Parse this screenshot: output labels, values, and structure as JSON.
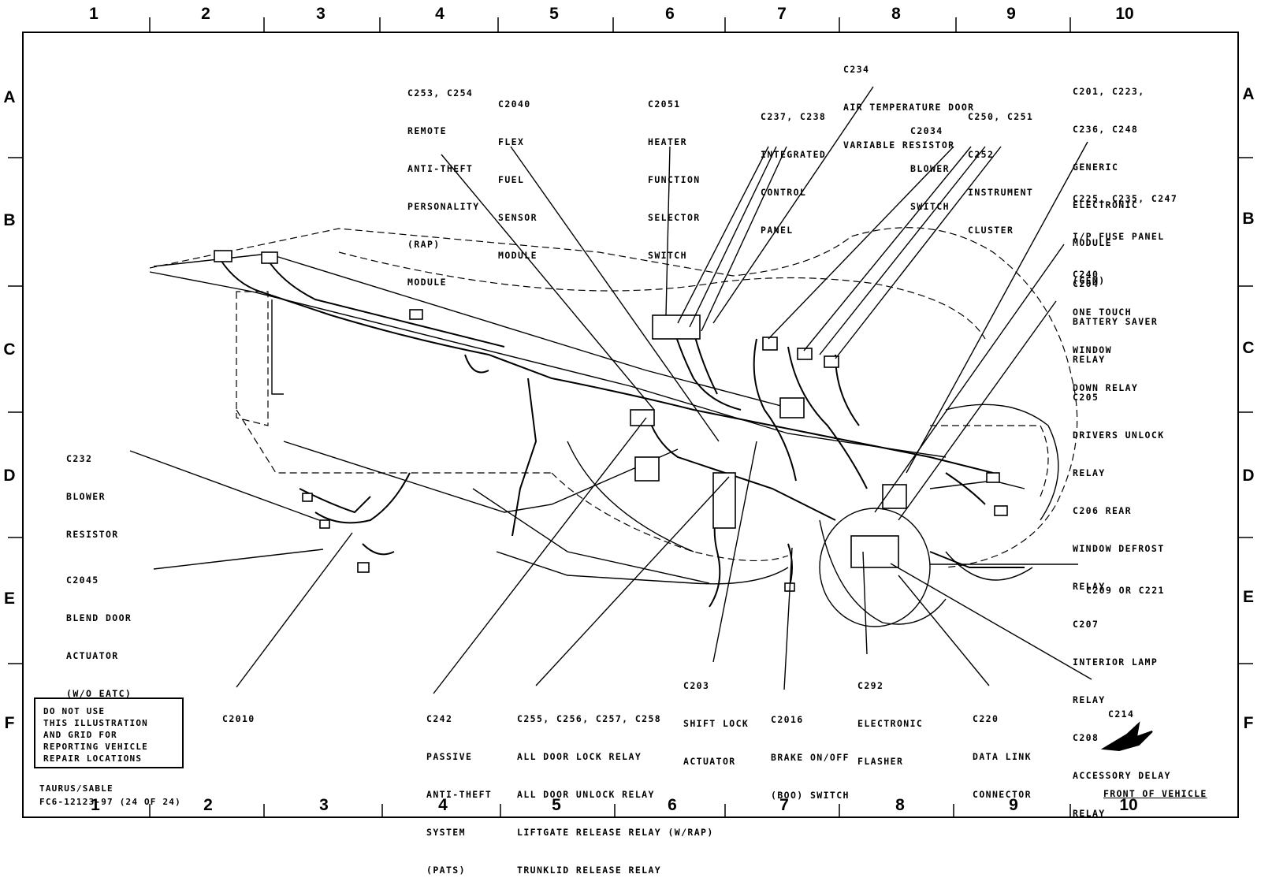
{
  "grid": {
    "columns": [
      "1",
      "2",
      "3",
      "4",
      "5",
      "6",
      "7",
      "8",
      "9",
      "10"
    ],
    "rows": [
      "A",
      "B",
      "C",
      "D",
      "E",
      "F"
    ]
  },
  "callouts": {
    "c253": [
      "C253, C254",
      "REMOTE",
      "ANTI-THEFT",
      "PERSONALITY",
      "(RAP)",
      "MODULE"
    ],
    "c2040": [
      "C2040",
      "FLEX",
      "FUEL",
      "SENSOR",
      "MODULE"
    ],
    "c2051": [
      "C2051",
      "HEATER",
      "FUNCTION",
      "SELECTOR",
      "SWITCH"
    ],
    "c234": [
      "C234",
      "AIR TEMPERATURE DOOR",
      "VARIABLE RESISTOR"
    ],
    "c237": [
      "C237, C238",
      "INTEGRATED",
      "CONTROL",
      "PANEL"
    ],
    "c2034": [
      "C2034",
      "BLOWER",
      "SWITCH"
    ],
    "c250": [
      "C250, C251",
      "C252",
      "INSTRUMENT",
      "CLUSTER"
    ],
    "c201": [
      "C201, C223,",
      "C236, C248",
      "GENERIC",
      "ELECTRONIC",
      "MODULE",
      "(GEM)"
    ],
    "c225": [
      "C225, C235, C247",
      "I/P FUSE PANEL",
      "C240",
      "ONE TOUCH",
      "WINDOW",
      "DOWN RELAY"
    ],
    "c204": [
      "C204",
      "BATTERY SAVER",
      "RELAY",
      "C205",
      "DRIVERS UNLOCK",
      "RELAY",
      "C206 REAR",
      "WINDOW DEFROST",
      "RELAY",
      "C207",
      "INTERIOR LAMP",
      "RELAY",
      "C208",
      "ACCESSORY DELAY",
      "RELAY"
    ],
    "c232": [
      "C232",
      "BLOWER",
      "RESISTOR"
    ],
    "c2045": [
      "C2045",
      "BLEND DOOR",
      "ACTUATOR",
      "(W/O EATC)"
    ],
    "c2010": [
      "C2010"
    ],
    "c242": [
      "C242",
      "PASSIVE",
      "ANTI-THEFT",
      "SYSTEM",
      "(PATS)"
    ],
    "c255": [
      "C255, C256, C257, C258",
      "ALL DOOR LOCK RELAY",
      "ALL DOOR UNLOCK RELAY",
      "LIFTGATE RELEASE RELAY (W/RAP)",
      "TRUNKLID RELEASE RELAY"
    ],
    "c203": [
      "C203",
      "SHIFT LOCK",
      "ACTUATOR"
    ],
    "c2016": [
      "C2016",
      "BRAKE ON/OFF",
      "(BOO) SWITCH"
    ],
    "c292": [
      "C292",
      "ELECTRONIC",
      "FLASHER"
    ],
    "c220": [
      "C220",
      "DATA LINK",
      "CONNECTOR"
    ],
    "c209": [
      "C209 OR C221"
    ],
    "c214": [
      "C214"
    ]
  },
  "note": [
    "DO NOT USE",
    "THIS ILLUSTRATION",
    "AND GRID FOR",
    "REPORTING VEHICLE",
    "REPAIR LOCATIONS"
  ],
  "figure_meta": [
    "TAURUS/SABLE",
    "FC6-12123-97 (24 OF 24)"
  ],
  "front_label": "FRONT OF VEHICLE"
}
